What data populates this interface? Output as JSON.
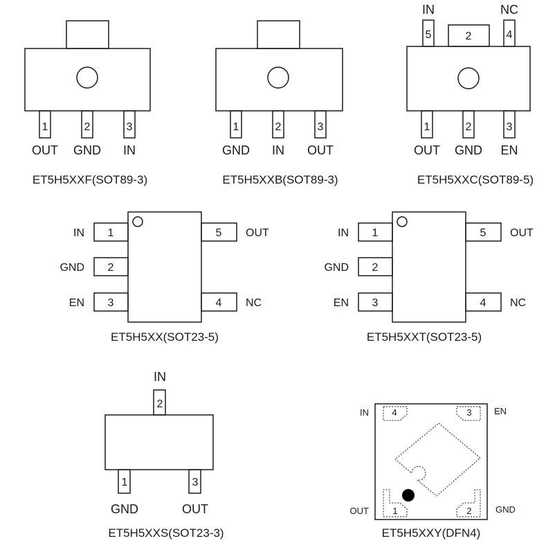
{
  "packages": {
    "sot89_3f": {
      "caption": "ET5H5XXF(SOT89-3)",
      "pins": [
        {
          "num": "1",
          "name": "OUT"
        },
        {
          "num": "2",
          "name": "GND"
        },
        {
          "num": "3",
          "name": "IN"
        }
      ]
    },
    "sot89_3b": {
      "caption": "ET5H5XXB(SOT89-3)",
      "pins": [
        {
          "num": "1",
          "name": "GND"
        },
        {
          "num": "2",
          "name": "IN"
        },
        {
          "num": "3",
          "name": "OUT"
        }
      ]
    },
    "sot89_5c": {
      "caption": "ET5H5XXC(SOT89-5)",
      "tab_num": "2",
      "top_pins": [
        {
          "num": "5",
          "name": "IN"
        },
        {
          "num": "4",
          "name": "NC"
        }
      ],
      "pins": [
        {
          "num": "1",
          "name": "OUT"
        },
        {
          "num": "2",
          "name": "GND"
        },
        {
          "num": "3",
          "name": "EN"
        }
      ]
    },
    "sot23_5": {
      "caption": "ET5H5XX(SOT23-5)",
      "left_pins": [
        {
          "num": "1",
          "name": "IN"
        },
        {
          "num": "2",
          "name": "GND"
        },
        {
          "num": "3",
          "name": "EN"
        }
      ],
      "right_pins": [
        {
          "num": "5",
          "name": "OUT"
        },
        {
          "num": "4",
          "name": "NC"
        }
      ]
    },
    "sot23_5t": {
      "caption": "ET5H5XXT(SOT23-5)",
      "left_pins": [
        {
          "num": "1",
          "name": "IN"
        },
        {
          "num": "2",
          "name": "GND"
        },
        {
          "num": "3",
          "name": "EN"
        }
      ],
      "right_pins": [
        {
          "num": "5",
          "name": "OUT"
        },
        {
          "num": "4",
          "name": "NC"
        }
      ]
    },
    "sot23_3s": {
      "caption": "ET5H5XXS(SOT23-3)",
      "top_pin": {
        "num": "2",
        "name": "IN"
      },
      "pins": [
        {
          "num": "1",
          "name": "GND"
        },
        {
          "num": "3",
          "name": "OUT"
        }
      ]
    },
    "dfn4": {
      "caption": "ET5H5XXY(DFN4)",
      "pins": [
        {
          "num": "4",
          "name": "IN"
        },
        {
          "num": "3",
          "name": "EN"
        },
        {
          "num": "1",
          "name": "OUT"
        },
        {
          "num": "2",
          "name": "GND"
        }
      ]
    }
  }
}
